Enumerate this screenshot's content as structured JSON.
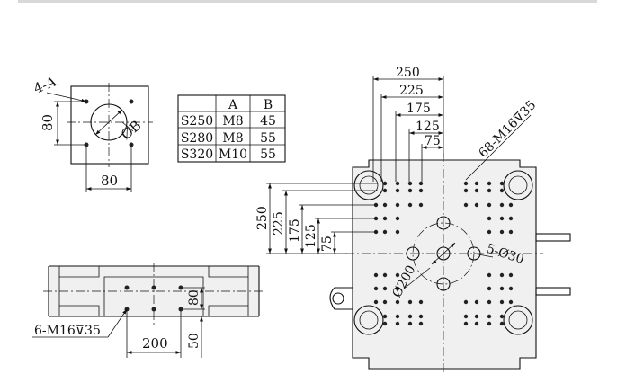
{
  "flange": {
    "hole_label": "4-A",
    "bore_label": "ØB",
    "dim_vertical": "80",
    "dim_horizontal": "80"
  },
  "spec_table": {
    "columns": [
      "",
      "A",
      "B"
    ],
    "rows": [
      [
        "S250",
        "M8",
        "45"
      ],
      [
        "S280",
        "M8",
        "55"
      ],
      [
        "S320",
        "M10",
        "55"
      ]
    ]
  },
  "platen": {
    "top_dims": [
      "250",
      "225",
      "175",
      "125",
      "75"
    ],
    "left_dims": [
      "250",
      "225",
      "175",
      "125",
      "75"
    ],
    "thread_label": "68-M16⊽35",
    "center_holes_label": "5-Ø30",
    "pcd_label": "Ø200"
  },
  "side_view": {
    "thread_label": "6-M16⊽35",
    "dim_horizontal": "200",
    "dim_vertical_upper": "80",
    "dim_vertical_lower": "50"
  }
}
